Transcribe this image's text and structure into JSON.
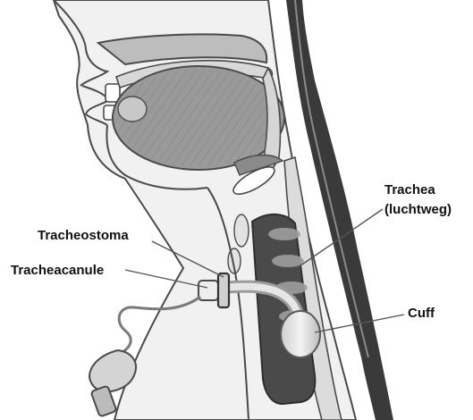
{
  "labels": {
    "tracheostoma": "Tracheostoma",
    "tracheacanule": "Tracheacanule",
    "trachea": "Trachea",
    "trachea_sub": "(luchtweg)",
    "cuff": "Cuff"
  }
}
